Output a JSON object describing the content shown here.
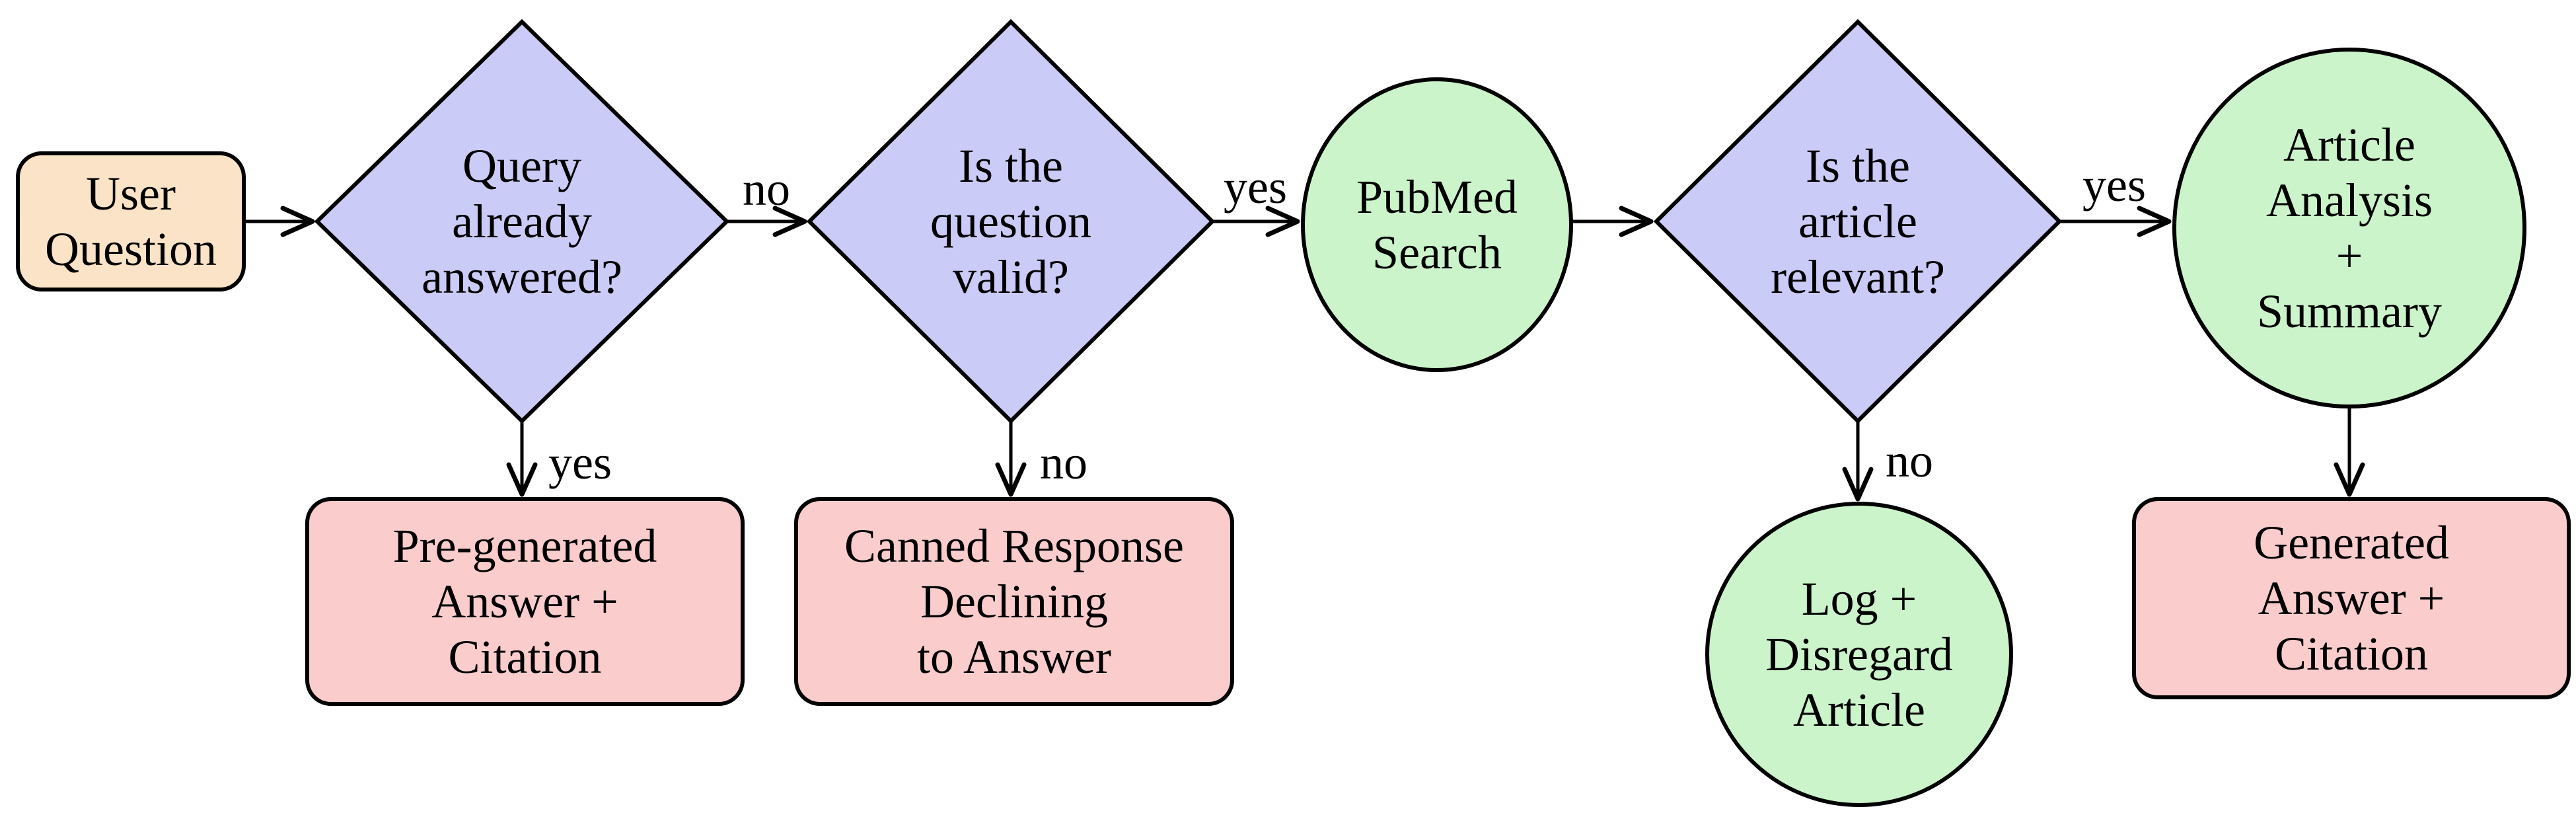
{
  "colors": {
    "start_fill": "#FBE3C7",
    "decision_fill": "#CBCBF7",
    "process_fill": "#CCF4CB",
    "output_fill": "#FACCCC",
    "line": "#000000"
  },
  "nodes": {
    "user_question": {
      "label": "User\nQuestion",
      "shape": "rounded-rectangle",
      "role": "start"
    },
    "query_already_answered": {
      "label": "Query\nalready\nanswered?",
      "shape": "diamond",
      "role": "decision"
    },
    "question_valid": {
      "label": "Is the\nquestion\nvalid?",
      "shape": "diamond",
      "role": "decision"
    },
    "pubmed_search": {
      "label": "PubMed\nSearch",
      "shape": "circle",
      "role": "process"
    },
    "article_relevant": {
      "label": "Is the\narticle\nrelevant?",
      "shape": "diamond",
      "role": "decision"
    },
    "article_analysis": {
      "label": "Article\nAnalysis\n+\nSummary",
      "shape": "circle",
      "role": "process"
    },
    "pregenerated_answer": {
      "label": "Pre-generated\nAnswer +\nCitation",
      "shape": "rounded-rectangle",
      "role": "output"
    },
    "canned_response": {
      "label": "Canned Response\nDeclining\nto Answer",
      "shape": "rounded-rectangle",
      "role": "output"
    },
    "log_disregard": {
      "label": "Log +\nDisregard\nArticle",
      "shape": "circle",
      "role": "process"
    },
    "generated_answer": {
      "label": "Generated\nAnswer +\nCitation",
      "shape": "rounded-rectangle",
      "role": "output"
    }
  },
  "edges": [
    {
      "from": "user_question",
      "to": "query_already_answered",
      "label": ""
    },
    {
      "from": "query_already_answered",
      "to": "question_valid",
      "label": "no"
    },
    {
      "from": "query_already_answered",
      "to": "pregenerated_answer",
      "label": "yes"
    },
    {
      "from": "question_valid",
      "to": "pubmed_search",
      "label": "yes"
    },
    {
      "from": "question_valid",
      "to": "canned_response",
      "label": "no"
    },
    {
      "from": "pubmed_search",
      "to": "article_relevant",
      "label": ""
    },
    {
      "from": "article_relevant",
      "to": "article_analysis",
      "label": "yes"
    },
    {
      "from": "article_relevant",
      "to": "log_disregard",
      "label": "no"
    },
    {
      "from": "article_analysis",
      "to": "generated_answer",
      "label": ""
    }
  ]
}
